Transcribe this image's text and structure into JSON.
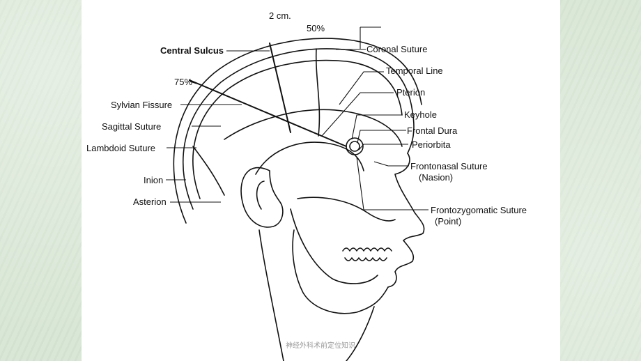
{
  "labels": {
    "two_cm": "2 cm.",
    "fifty_percent": "50%",
    "central_sulcus": "Central Sulcus",
    "seventy_five_percent": "75%",
    "sylvian_fissure": "Sylvian Fissure",
    "sagittal_suture": "Sagittal Suture",
    "lambdoid_suture": "Lambdoid Suture",
    "inion": "Inion",
    "asterion": "Asterion",
    "coronal_suture": "Coronal Suture",
    "temporal_line": "Temporal Line",
    "pterion": "Pterion",
    "keyhole": "Keyhole",
    "frontal_dura": "Frontal Dura",
    "periorbita": "Periorbita",
    "frontonasal_suture": "Frontonasal Suture",
    "nasion": "(Nasion)",
    "frontozygomatic_suture": "Frontozygomatic Suture",
    "point": "(Point)"
  },
  "footer": "神经外科术前定位知识"
}
